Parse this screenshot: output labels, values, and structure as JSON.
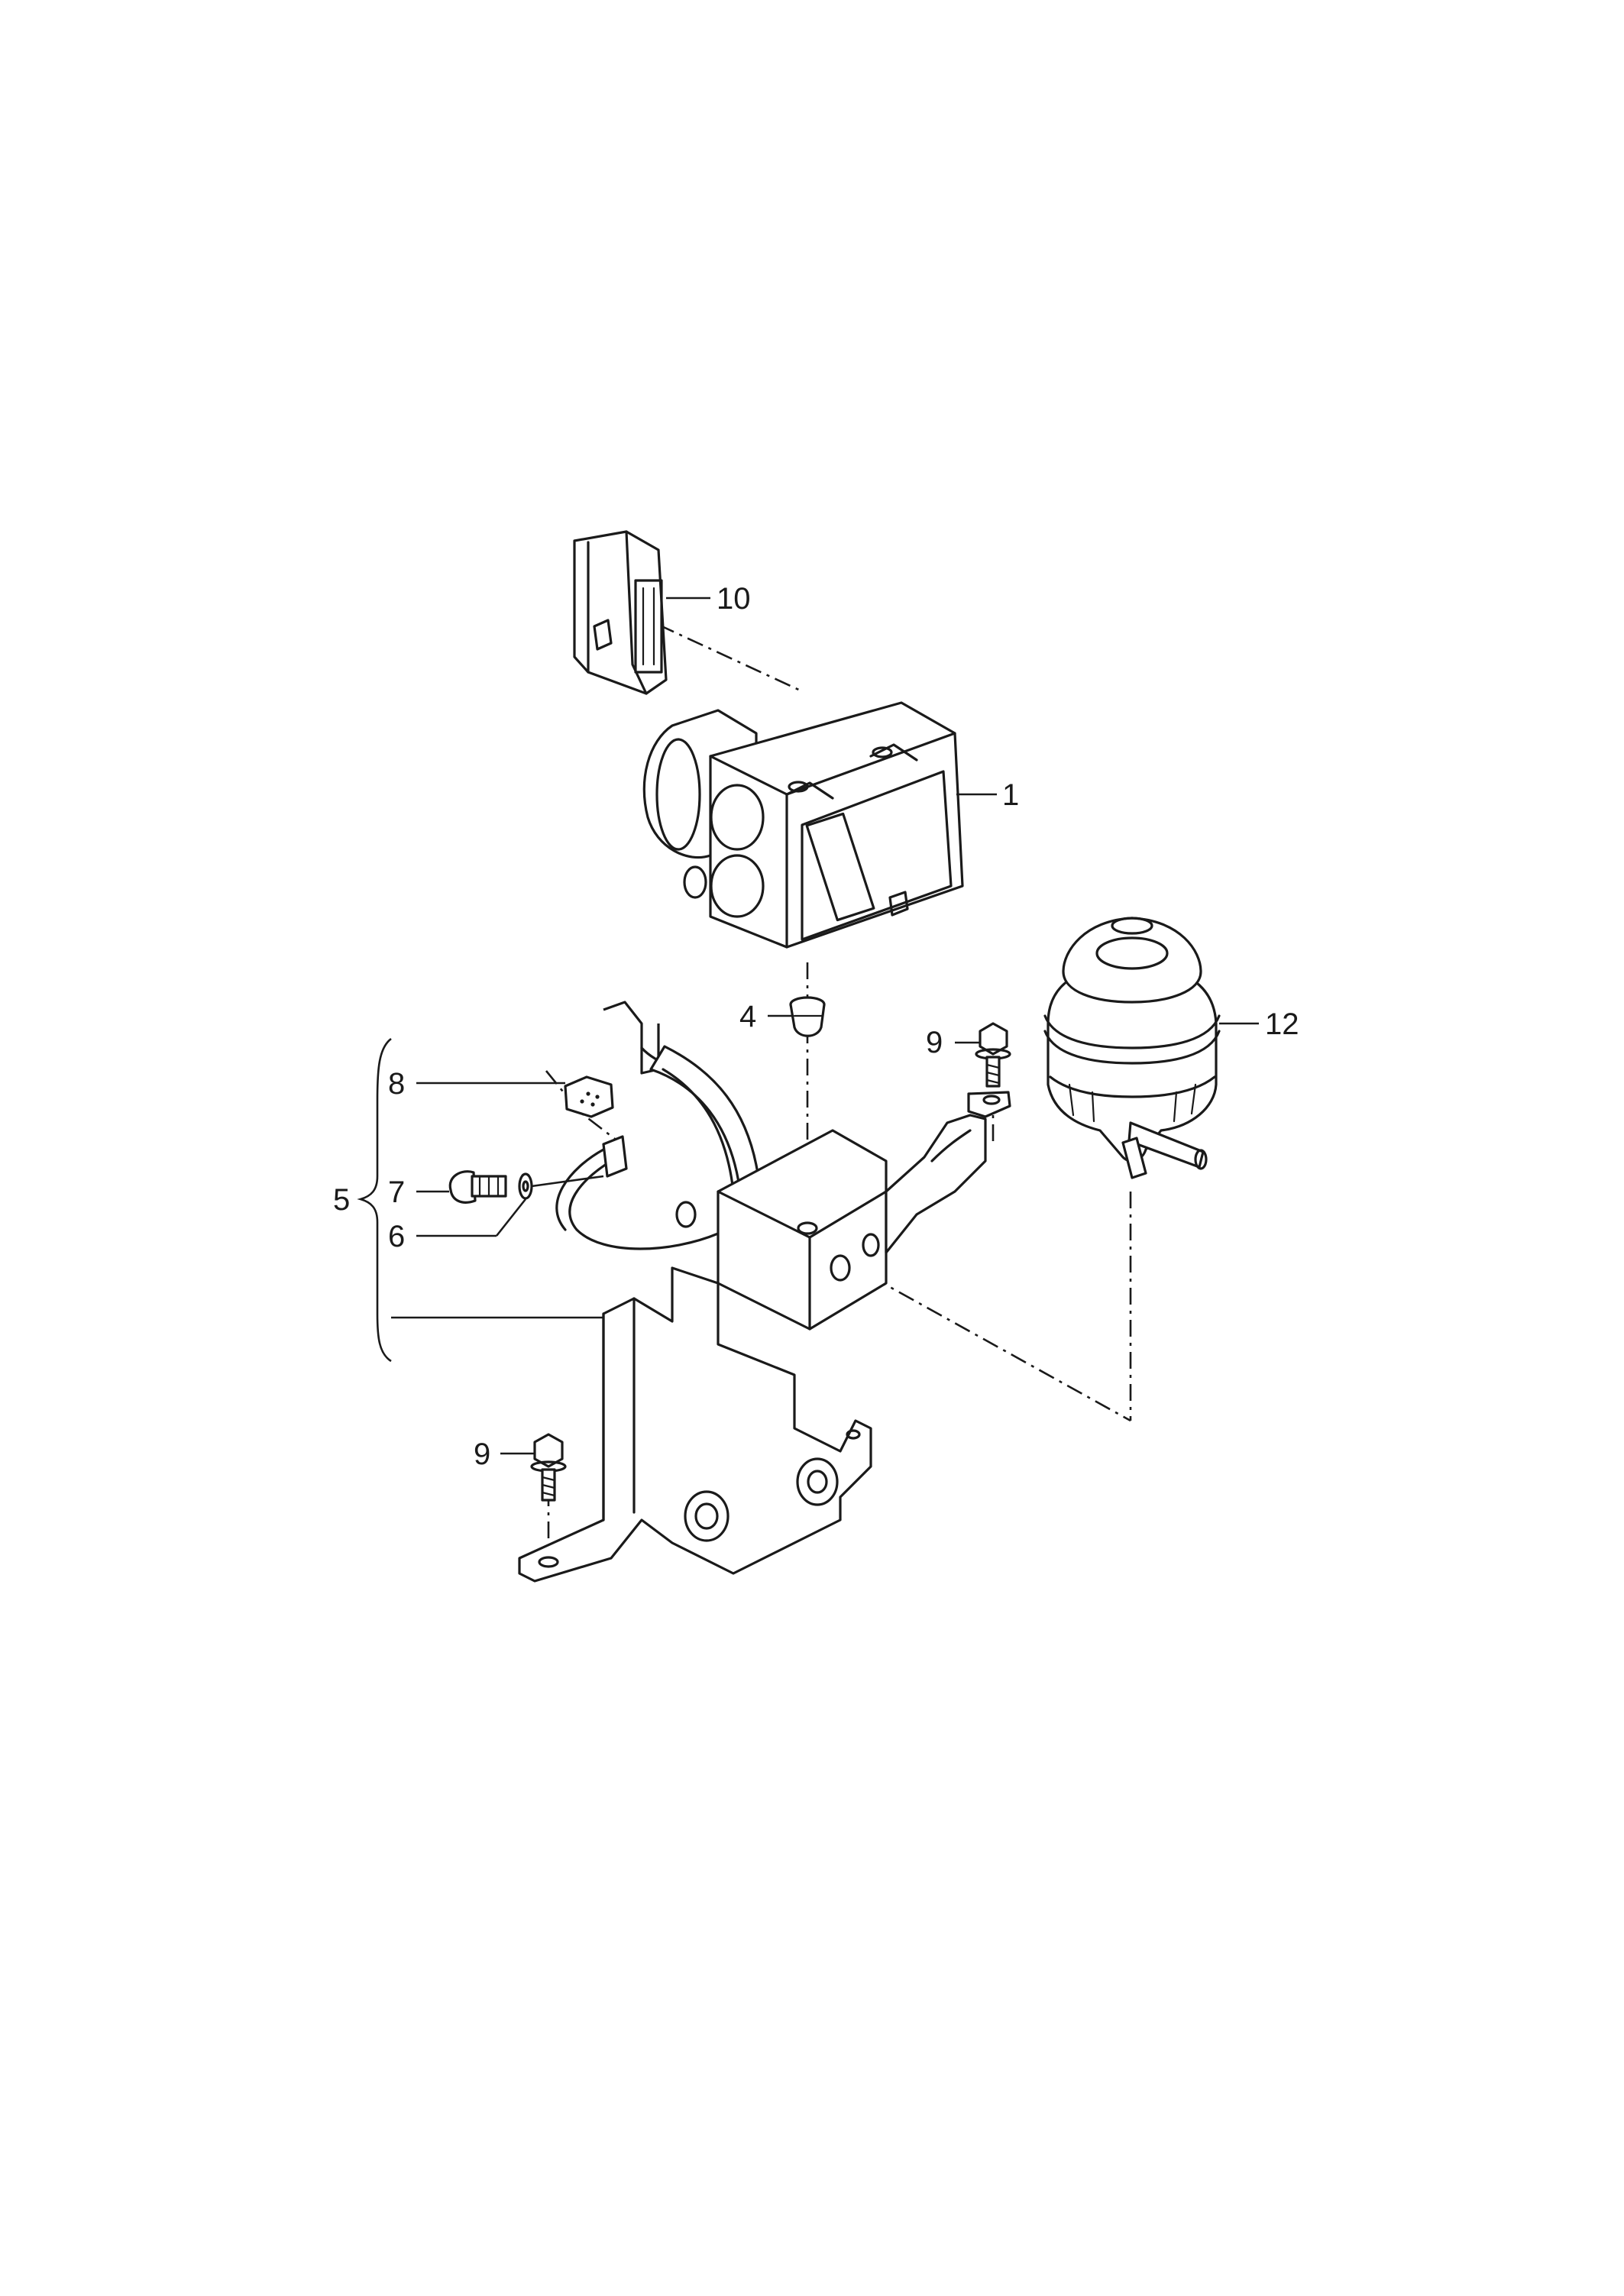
{
  "callouts": {
    "c1": "1",
    "c4": "4",
    "c5": "5",
    "c6": "6",
    "c7": "7",
    "c8": "8",
    "c9a": "9",
    "c9b": "9",
    "c10": "10",
    "c12": "12"
  }
}
